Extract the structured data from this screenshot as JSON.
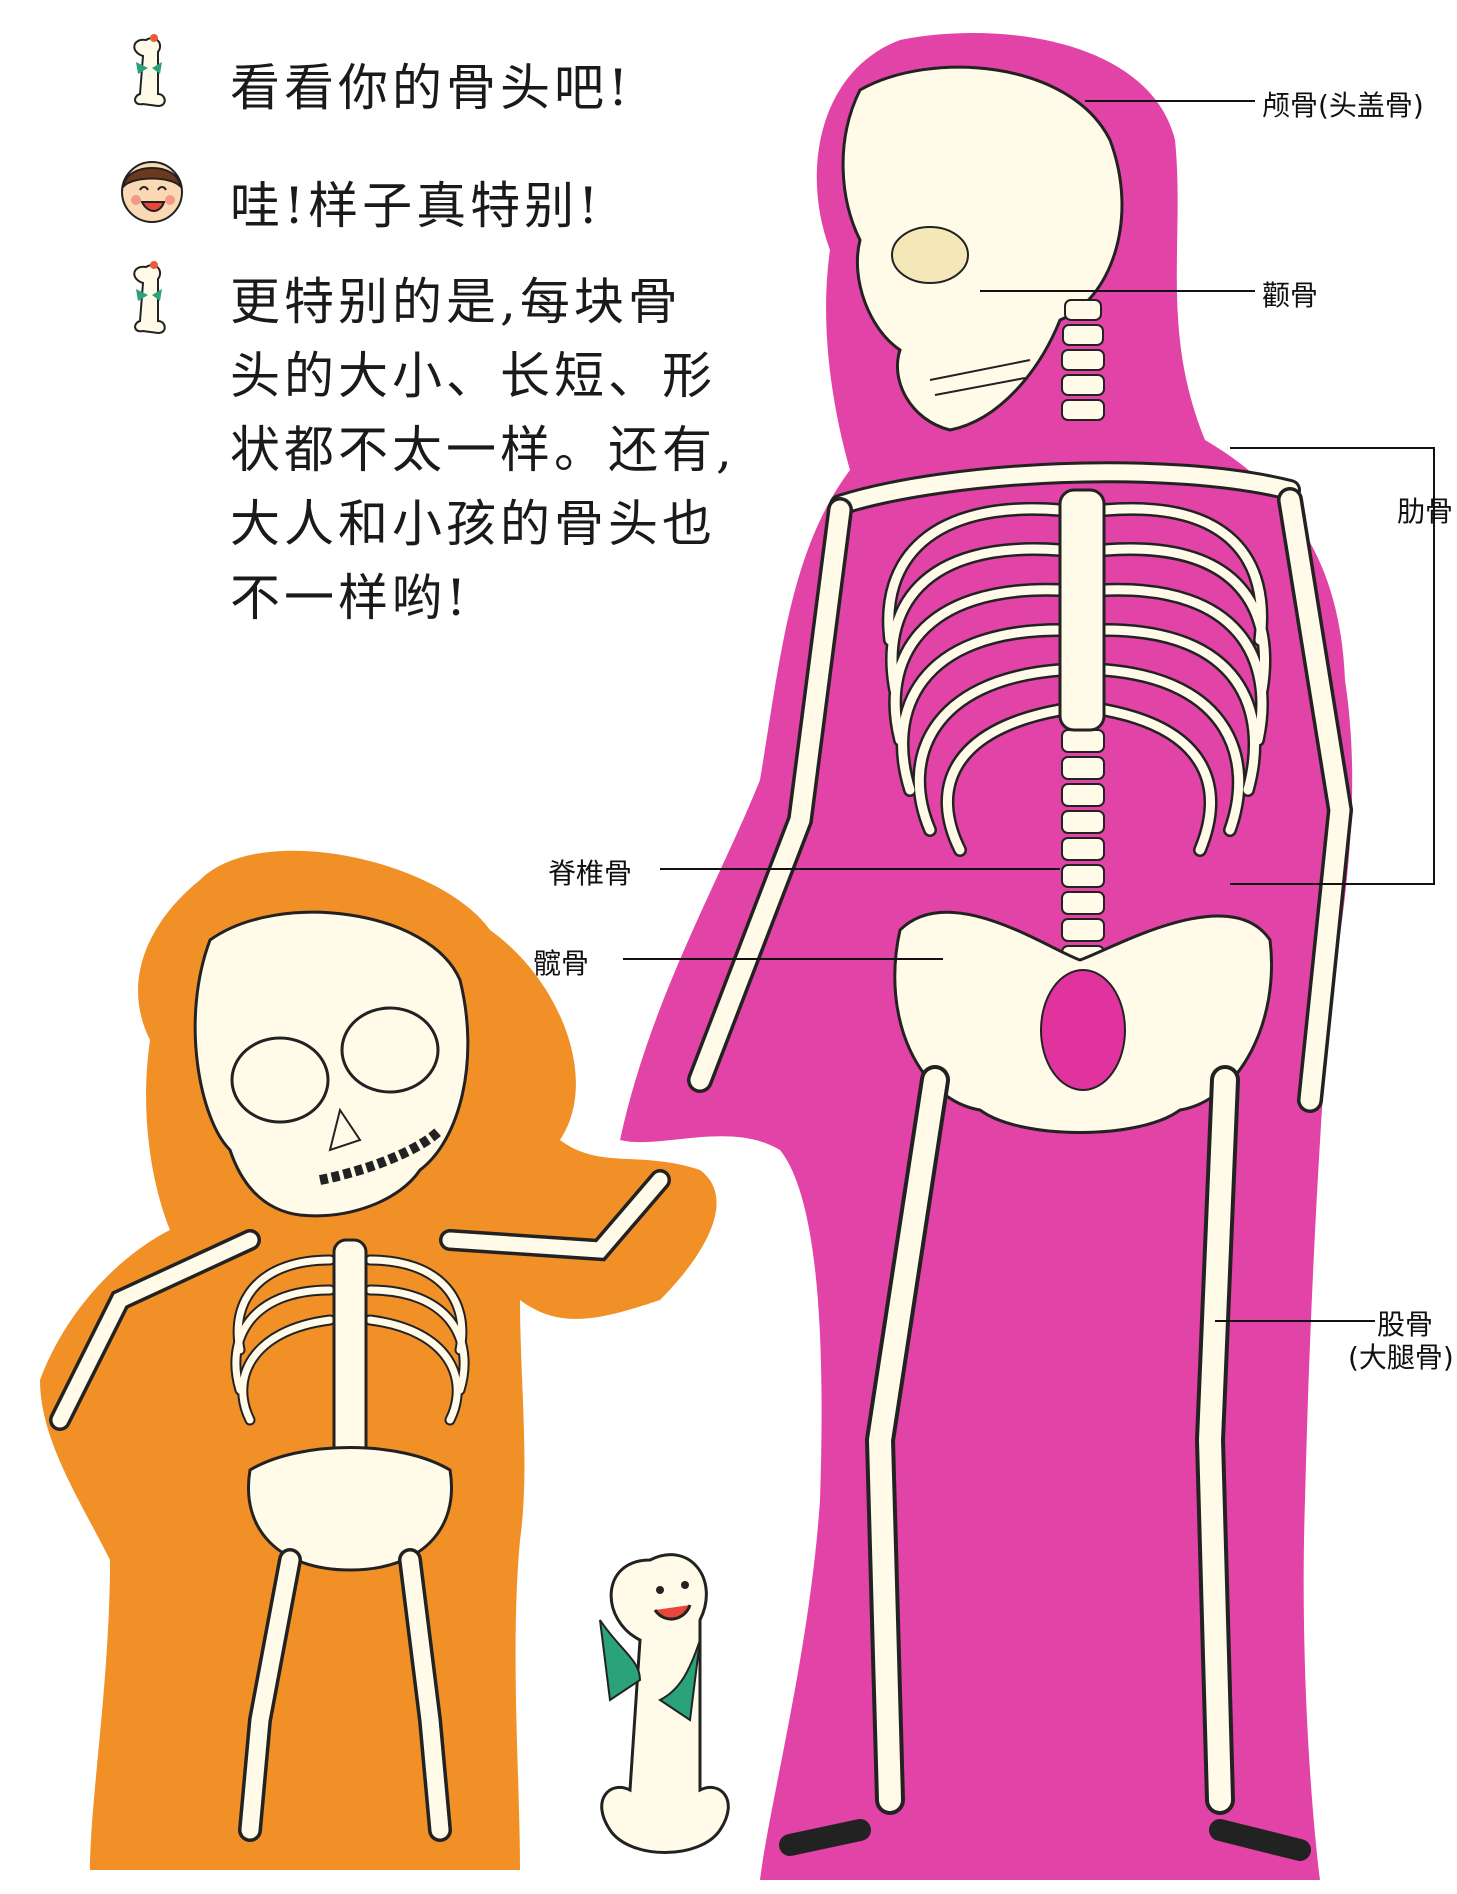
{
  "dialogue": [
    {
      "speaker": "bone-mascot",
      "text": "看看你的骨头吧!"
    },
    {
      "speaker": "child",
      "text": "哇!样子真特别!"
    },
    {
      "speaker": "bone-mascot",
      "lines": [
        "更特别的是,每块骨",
        "头的大小、长短、形",
        "状都不太一样。还有,",
        "大人和小孩的骨头也",
        "不一样哟!"
      ]
    }
  ],
  "labels": {
    "skull": "颅骨(头盖骨)",
    "jaw": "颧骨",
    "ribs": "肋骨",
    "spine": "脊椎骨",
    "hip": "髋骨",
    "femur_1": "股骨",
    "femur_2": "(大腿骨)"
  },
  "colors": {
    "adult_body": "#e0339e",
    "child_body": "#ef8a1a",
    "bone": "#fffbe8",
    "outline": "#222222",
    "mascot_scarf": "#2aa37a"
  },
  "icons": [
    "bone-mascot-icon",
    "child-face-icon"
  ]
}
